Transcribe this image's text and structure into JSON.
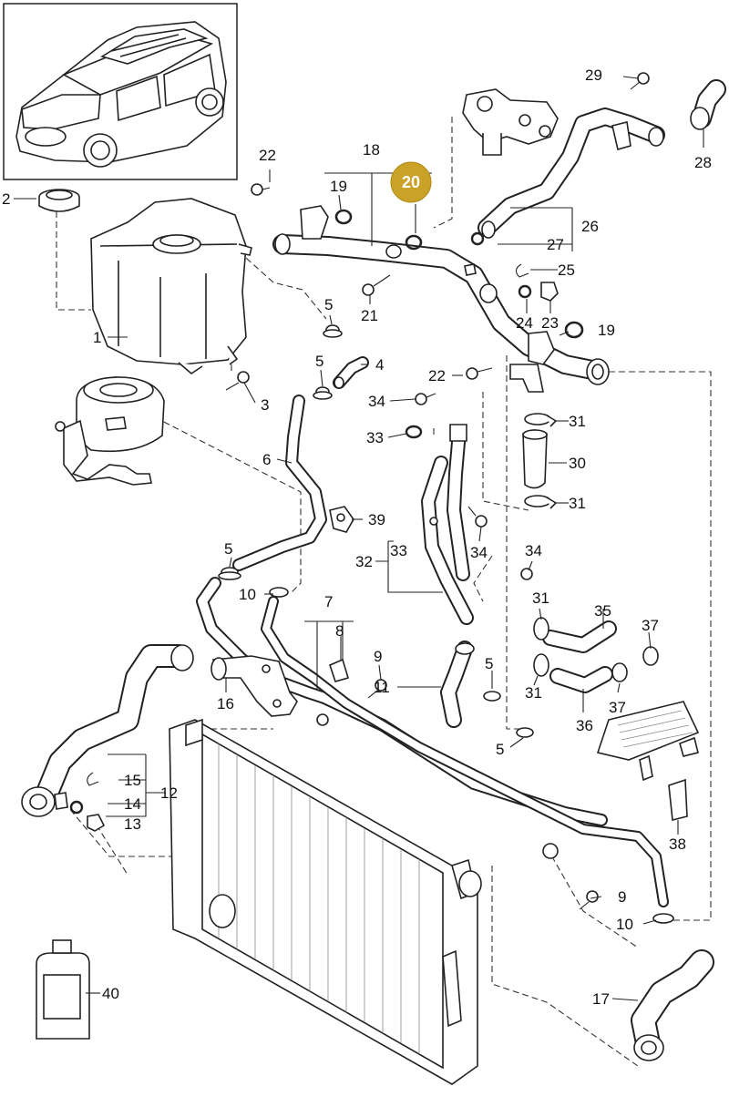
{
  "diagram": {
    "highlighted_callout": "20",
    "highlight_color": "#c9a227",
    "line_color": "#222222",
    "callouts": {
      "c1": "1",
      "c2": "2",
      "c3": "3",
      "c4": "4",
      "c5a": "5",
      "c5b": "5",
      "c5c": "5",
      "c5d": "5",
      "c5e": "5",
      "c6": "6",
      "c7": "7",
      "c8": "8",
      "c9a": "9",
      "c9b": "9",
      "c10a": "10",
      "c10b": "10",
      "c11": "11",
      "c12": "12",
      "c13": "13",
      "c14": "14",
      "c15": "15",
      "c16": "16",
      "c17": "17",
      "c18": "18",
      "c19a": "19",
      "c19b": "19",
      "c21": "21",
      "c22a": "22",
      "c22b": "22",
      "c23": "23",
      "c24": "24",
      "c25": "25",
      "c26": "26",
      "c27": "27",
      "c28": "28",
      "c29": "29",
      "c30": "30",
      "c31a": "31",
      "c31b": "31",
      "c31c": "31",
      "c31d": "31",
      "c32": "32",
      "c33a": "33",
      "c33b": "33",
      "c34a": "34",
      "c34b": "34",
      "c34c": "34",
      "c35": "35",
      "c36": "36",
      "c37a": "37",
      "c37b": "37",
      "c38": "38",
      "c39": "39",
      "c40": "40"
    }
  }
}
